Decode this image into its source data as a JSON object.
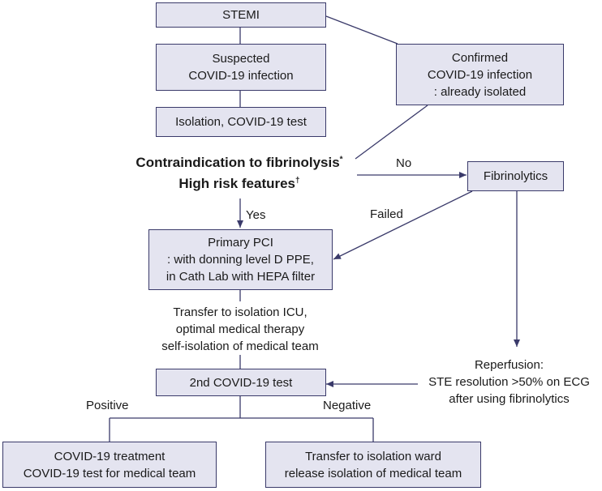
{
  "nodes": {
    "stemi": "STEMI",
    "suspected": {
      "line1": "Suspected",
      "line2": "COVID-19 infection"
    },
    "confirmed": {
      "line1": "Confirmed",
      "line2": "COVID-19 infection",
      "line3": ": already isolated"
    },
    "isolation_test": "Isolation, COVID-19 test",
    "decision": {
      "line1": "Contraindication to fibrinolysis",
      "line1_mark": "*",
      "line2": "High risk features",
      "line2_mark": "†"
    },
    "fibrinolytics": "Fibrinolytics",
    "primary_pci": {
      "line1": "Primary PCI",
      "line2": ": with donning level D PPE,",
      "line3": "in Cath Lab with HEPA filter"
    },
    "transfer_icu": {
      "line1": "Transfer to isolation ICU,",
      "line2": "optimal medical therapy",
      "line3": "self-isolation of medical team"
    },
    "reperfusion": {
      "line1": "Reperfusion:",
      "line2": "STE resolution >50% on ECG",
      "line3": "after using fibrinolytics"
    },
    "second_test": "2nd COVID-19 test",
    "covid_treatment": {
      "line1": "COVID-19 treatment",
      "line2": "COVID-19 test for medical team"
    },
    "transfer_ward": {
      "line1": "Transfer to isolation ward",
      "line2": "release isolation of medical team"
    }
  },
  "edge_labels": {
    "no": "No",
    "yes": "Yes",
    "failed": "Failed",
    "positive": "Positive",
    "negative": "Negative"
  },
  "colors": {
    "box_fill": "#e4e4f0",
    "line": "#3a3a6a",
    "text": "#1a1a1a"
  }
}
